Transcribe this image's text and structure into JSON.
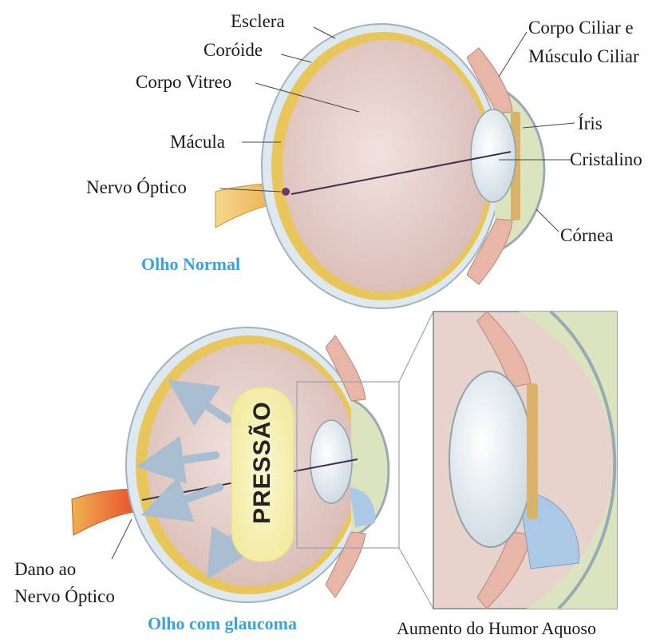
{
  "normal_eye": {
    "caption": "Olho Normal",
    "labels": {
      "esclera": "Esclera",
      "coroide": "Coróide",
      "corpo_vitreo": "Corpo Vitreo",
      "macula": "Mácula",
      "nervo_optico": "Nervo Óptico",
      "corpo_ciliar_1": "Corpo Ciliar e",
      "corpo_ciliar_2": "Músculo Ciliar",
      "iris": "Íris",
      "cristalino": "Cristalino",
      "cornea": "Córnea"
    }
  },
  "glaucoma_eye": {
    "caption": "Olho com glaucoma",
    "pressure_label": "PRESSÃO",
    "damage_label_1": "Dano ao",
    "damage_label_2": "Nervo Óptico"
  },
  "inset": {
    "caption": "Aumento do Humor Aquoso"
  },
  "colors": {
    "caption_blue": "#3aa3dd",
    "sclera": "#d9e6ee",
    "choroid": "#e8c65a",
    "vitreous": "#e9d3cf",
    "lens": "#eef3f6",
    "aqueous": "#a9c9e6",
    "ciliary": "#e7b6a8",
    "nerve": "#f0c46a"
  }
}
